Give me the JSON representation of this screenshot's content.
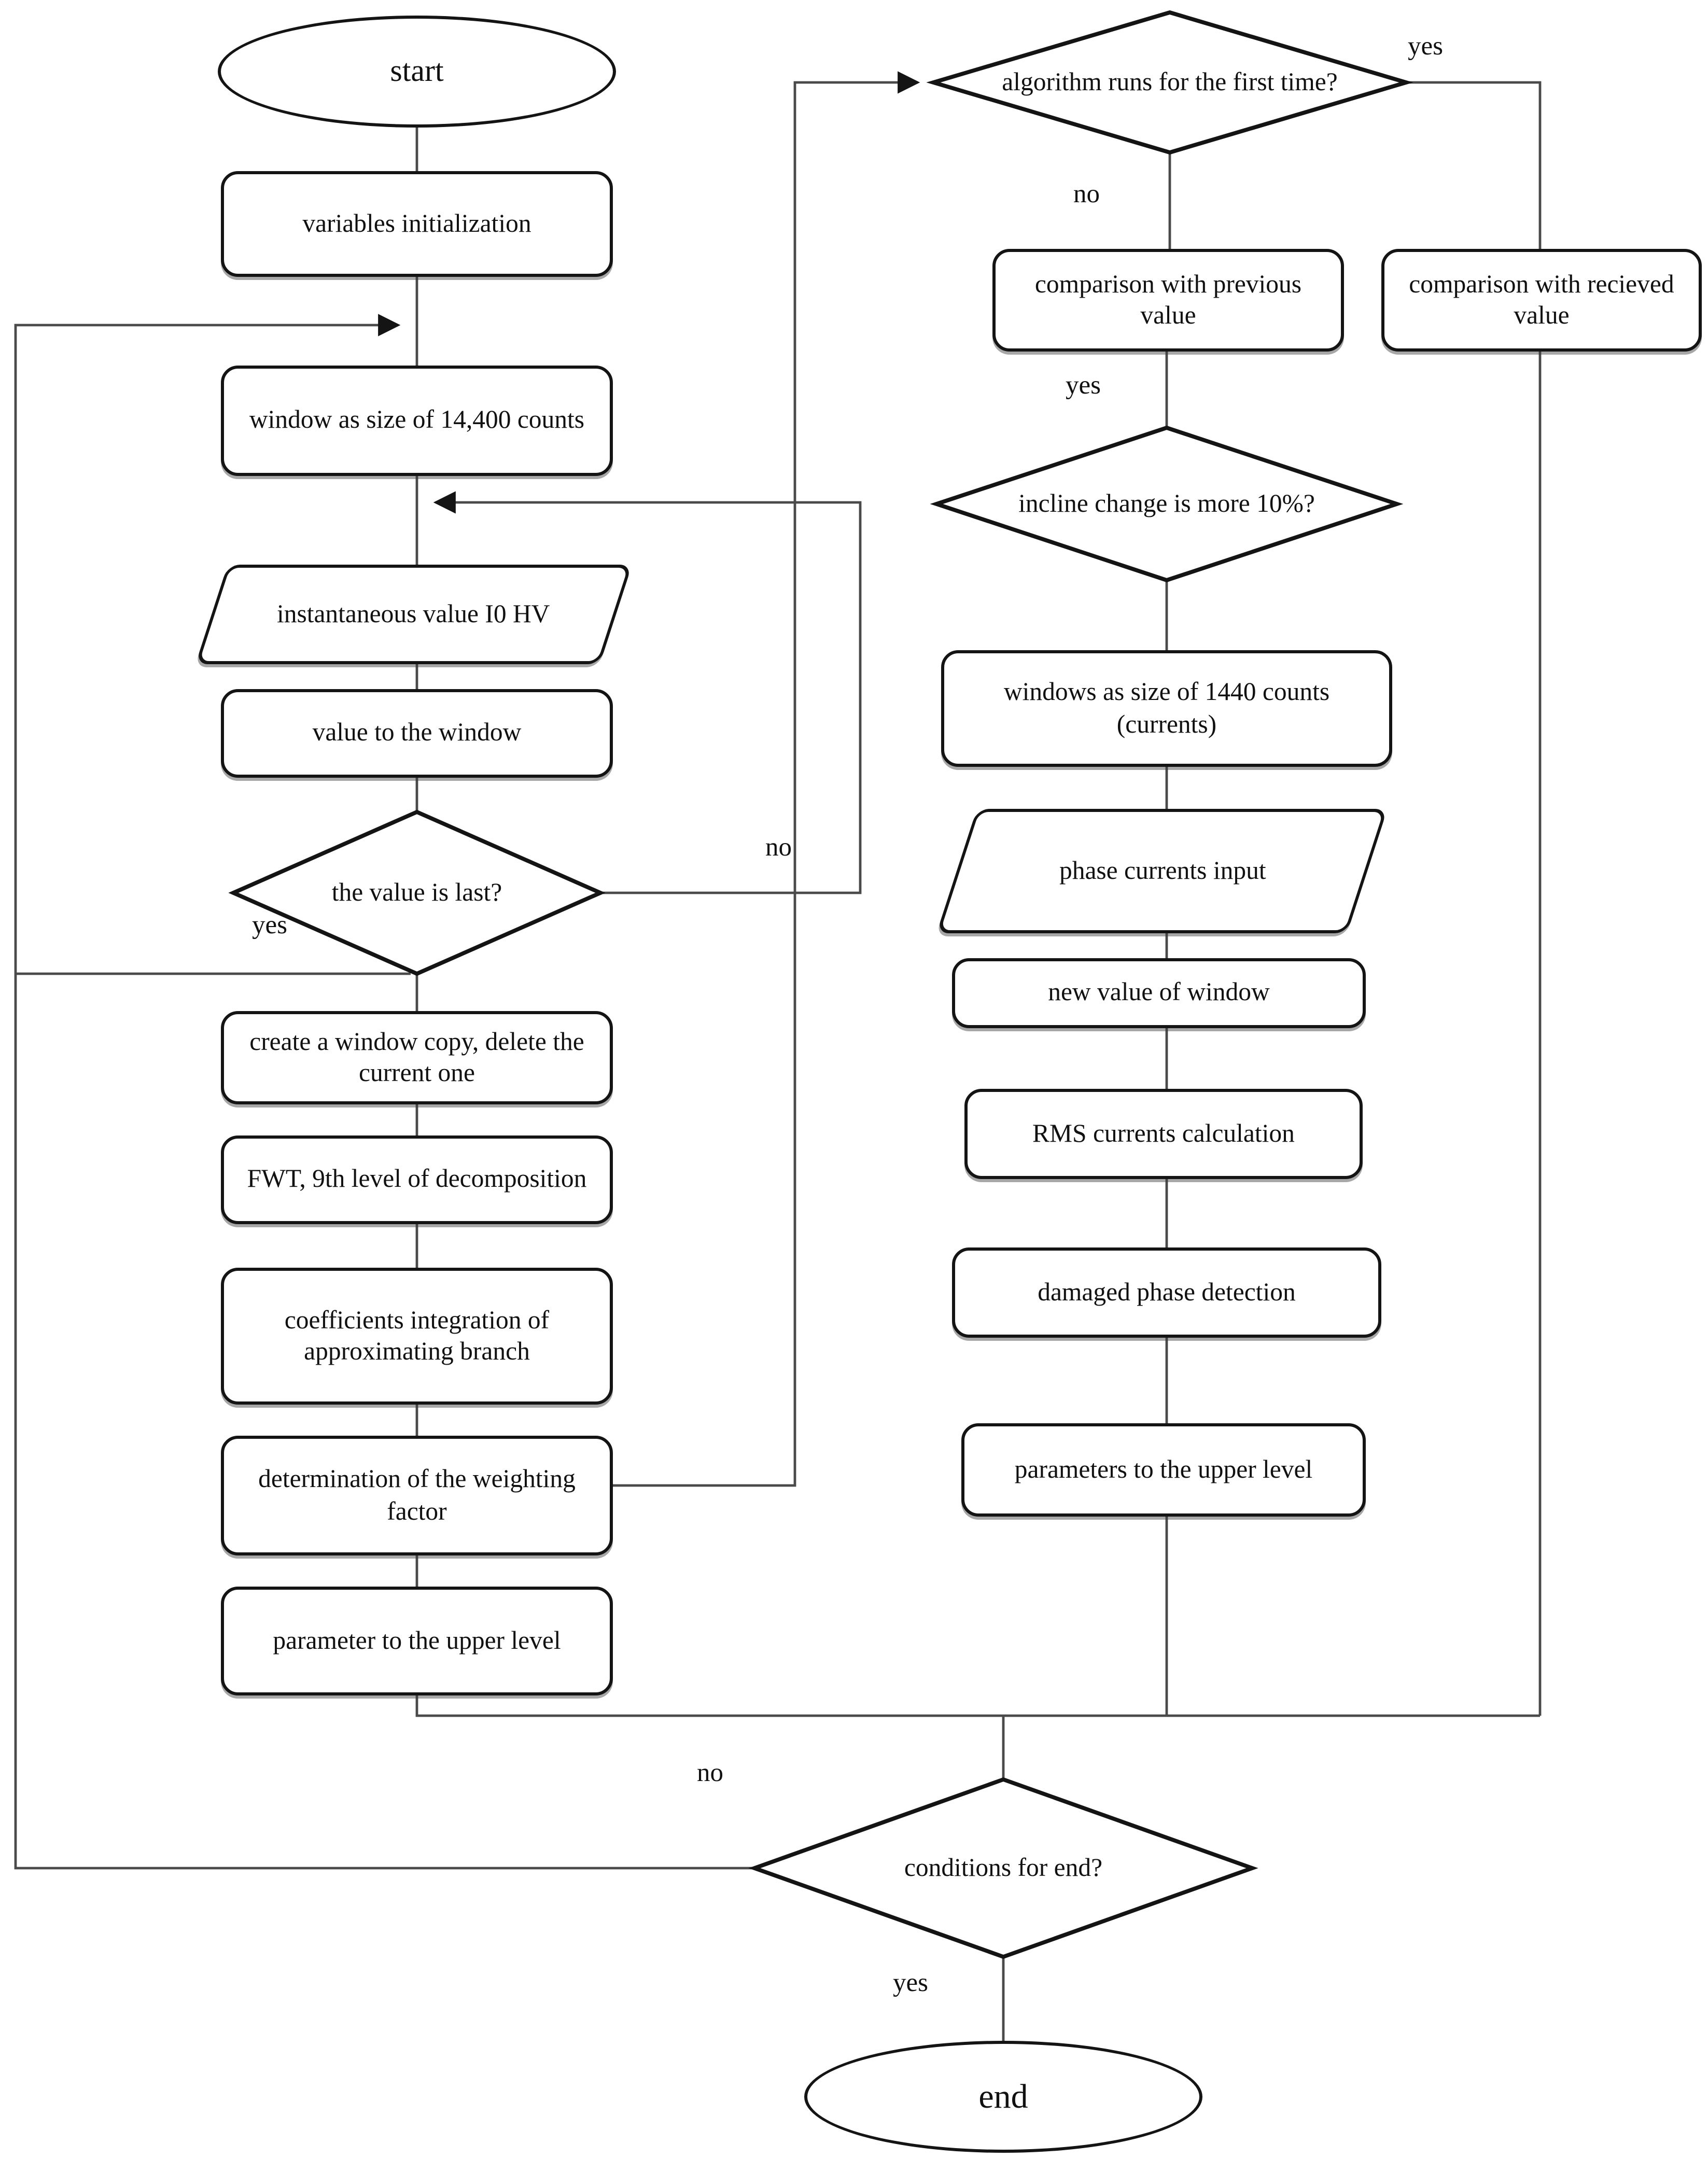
{
  "diagram": {
    "title": "wavelet current-monitoring algorithm flowchart",
    "accent_colors": {
      "shape_stroke": "#141414",
      "connector": "#4a4a4a",
      "background": "#ffffff"
    },
    "nodes": {
      "start": {
        "label": "start",
        "type": "terminator"
      },
      "variables_init": {
        "label": "variables initialization",
        "type": "process"
      },
      "window_14400": {
        "label": "window as size of 14,400 counts",
        "type": "process"
      },
      "instantaneous_value": {
        "label": "instantaneous value I0 HV",
        "type": "input"
      },
      "value_to_window": {
        "label": "value to the window",
        "type": "process"
      },
      "value_is_last": {
        "label": "the value is last?",
        "type": "decision"
      },
      "create_window_copy": {
        "label": "create a window copy, delete the current one",
        "type": "process"
      },
      "fwt_9th": {
        "label": "FWT, 9th level of decomposition",
        "type": "process"
      },
      "coefficients_integration": {
        "label": "coefficients integration of approximating branch",
        "type": "process"
      },
      "determination_weighting": {
        "label": "determination of the weighting factor",
        "type": "process"
      },
      "parameter_upper": {
        "label": "parameter to the upper level",
        "type": "process"
      },
      "algorithm_first_time": {
        "label": "algorithm runs for the first time?",
        "type": "decision"
      },
      "comparison_previous": {
        "label": "comparison with previous value",
        "type": "process"
      },
      "comparison_received": {
        "label": "comparison with recieved value",
        "type": "process"
      },
      "incline_change": {
        "label": "incline change is more 10%?",
        "type": "decision"
      },
      "windows_1440": {
        "label": "windows as size of 1440 counts  (currents)",
        "type": "process"
      },
      "phase_currents": {
        "label": "phase currents input",
        "type": "input"
      },
      "new_value_window": {
        "label": "new value of window",
        "type": "process"
      },
      "rms_currents": {
        "label": "RMS currents calculation",
        "type": "process"
      },
      "damaged_phase": {
        "label": "damaged phase detection",
        "type": "process"
      },
      "parameters_upper": {
        "label": "parameters to the upper level",
        "type": "process"
      },
      "conditions_end": {
        "label": "conditions for end?",
        "type": "decision"
      },
      "end": {
        "label": "end",
        "type": "terminator"
      }
    },
    "edge_labels": {
      "value_last_no": "no",
      "value_last_yes": "yes",
      "algorithm_yes": "yes",
      "algorithm_no": "no",
      "previous_yes": "yes",
      "conditions_no": "no",
      "conditions_yes": "yes"
    }
  }
}
